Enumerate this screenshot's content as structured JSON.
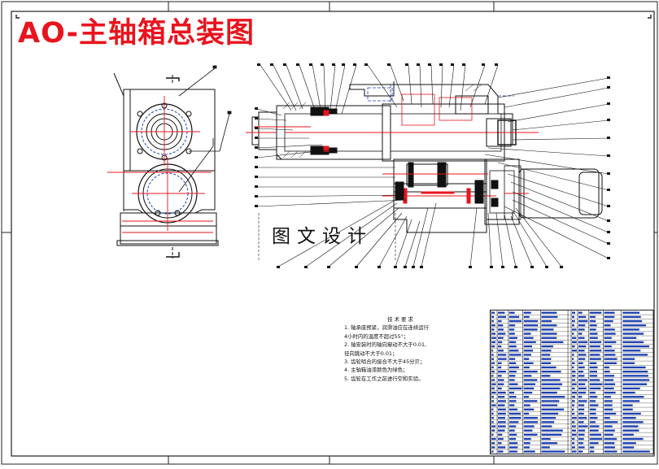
{
  "title": "AO-主轴箱总装图",
  "watermark": "图文设计",
  "tech_notes": {
    "heading": "技术要求",
    "lines": [
      "1. 轴承座预紧，润滑油应在连续运行",
      "   4小时内的温度不超过55°；",
      "2. 轴安装时的轴向窜动不大于0.01,",
      "   径向跳动不大于0.01；",
      "3. 齿轮啮合的接合不大于45分贝；",
      "4. 主轴箱油漆颜色为绿色；",
      "5. 齿轮在工作之前进行空和实验。"
    ]
  },
  "colors": {
    "line": "#111111",
    "center_line": "#e8141e",
    "hidden": "#1a3fb0",
    "title": "#e8141e",
    "table_fill": "#1a3fb0"
  }
}
